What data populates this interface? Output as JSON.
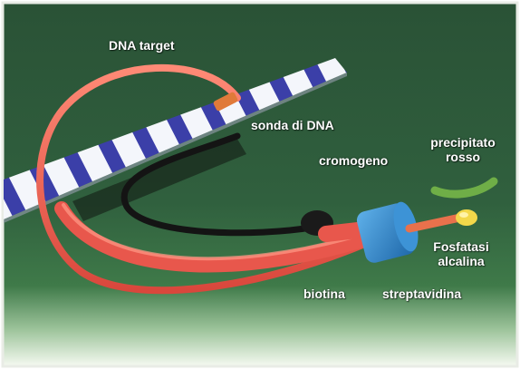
{
  "labels": {
    "dna_target": "DNA target",
    "sonda_di_dna": "sonda di DNA",
    "cromogeno": "cromogeno",
    "precipitato_rosso": "precipitato rosso",
    "fosfatasi_alcalina": "Fosfatasi alcalina",
    "biotina": "biotina",
    "streptavidina": "streptavidina"
  },
  "colors": {
    "background": "#2f5a3c",
    "strip_blue": "#3b3fa8",
    "strip_white": "#f4f6fb",
    "probe_red": "#e8574c",
    "cromogeno_black": "#141414",
    "streptavidina_blue": "#2f86c8",
    "enzyme_yellow": "#f3d84a",
    "precipitate_green": "#6fae47"
  }
}
